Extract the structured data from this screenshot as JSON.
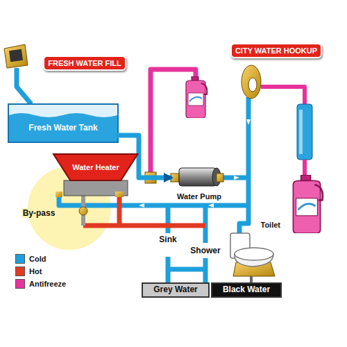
{
  "diagram": {
    "nodes": [
      {
        "text": [
          "FRESH WATER FILL"
        ]
      },
      {
        "text": [
          "CITY WATER HOOKUP"
        ]
      },
      {
        "text": [
          "Fresh Water Tank"
        ]
      },
      {
        "text": [
          "Water Heater"
        ]
      },
      {
        "text": [
          "Water Pump"
        ]
      },
      {
        "text": [
          "Toilet"
        ]
      },
      {
        "text": [
          "Grey Water"
        ]
      },
      {
        "text": [
          "Black Water"
        ]
      }
    ],
    "edges": [
      {
        "from": 2,
        "to": 4,
        "arrow": "to"
      },
      {
        "from": 5,
        "to": 7,
        "arrow": "none"
      }
    ],
    "labels": [
      "By-pass",
      "Sink",
      "Shower"
    ],
    "legend": [
      {
        "text": "Cold",
        "color": "#1e9fdc"
      },
      {
        "text": "Hot",
        "color": "#e03a22"
      },
      {
        "text": "Antifreeze",
        "color": "#e6339b"
      }
    ]
  }
}
